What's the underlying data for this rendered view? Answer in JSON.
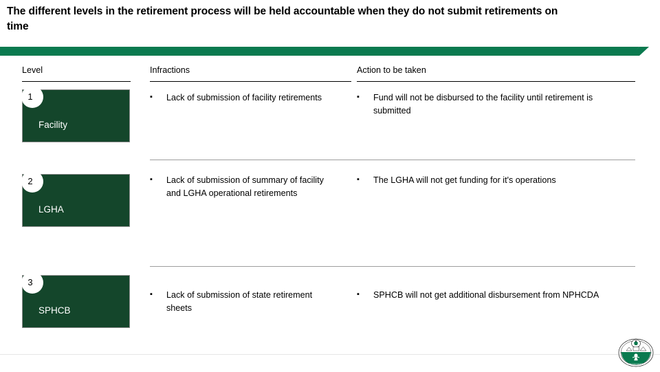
{
  "slide": {
    "title": "The different levels in the retirement process will be held accountable when they do not submit retirements on time",
    "accent_color": "#0a7a4f",
    "box_color": "#14462b"
  },
  "table": {
    "headers": {
      "level": "Level",
      "infractions": "Infractions",
      "action": "Action to be taken"
    },
    "bullet_glyph": "▪",
    "rows": [
      {
        "number": "1",
        "level": "Facility",
        "infraction": "Lack of submission of facility retirements",
        "action": "Fund will not be disbursed to the facility until retirement is submitted"
      },
      {
        "number": "2",
        "level": "LGHA",
        "infraction": "Lack of submission of summary of facility and LGHA operational retirements",
        "action": "The LGHA will not get funding for it's operations"
      },
      {
        "number": "3",
        "level": "SPHCB",
        "infraction": "Lack of submission of state retirement sheets",
        "action": "SPHCB will not get additional disbursement from NPHCDA"
      }
    ]
  },
  "footer": {
    "logo_name": "nphcda-emblem"
  }
}
